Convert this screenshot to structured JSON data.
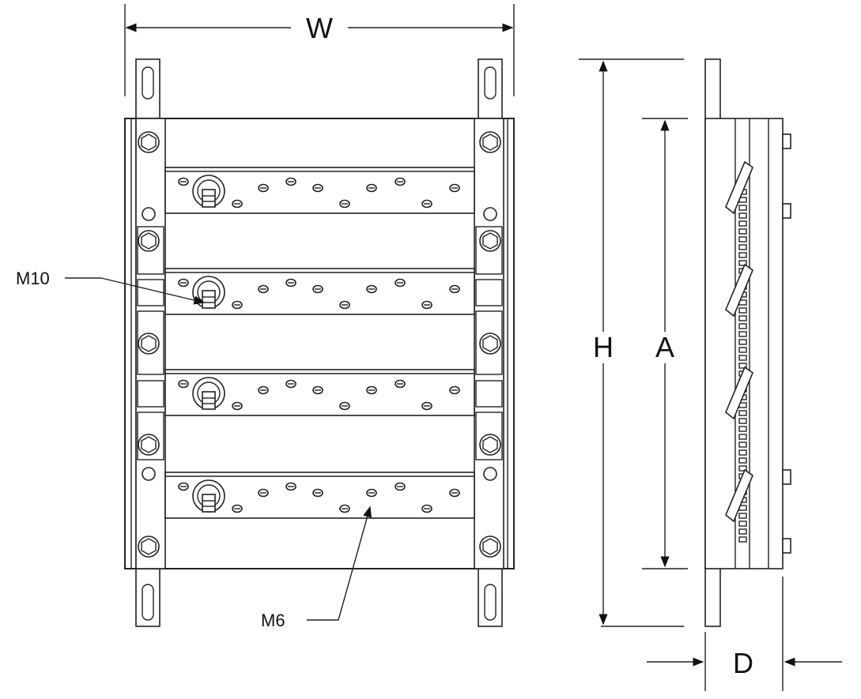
{
  "dimensions": {
    "width": "W",
    "height": "H",
    "inner_height": "A",
    "depth": "D"
  },
  "callouts": {
    "bolt_large": "M10",
    "bolt_small": "M6"
  },
  "busbar_count": 4
}
